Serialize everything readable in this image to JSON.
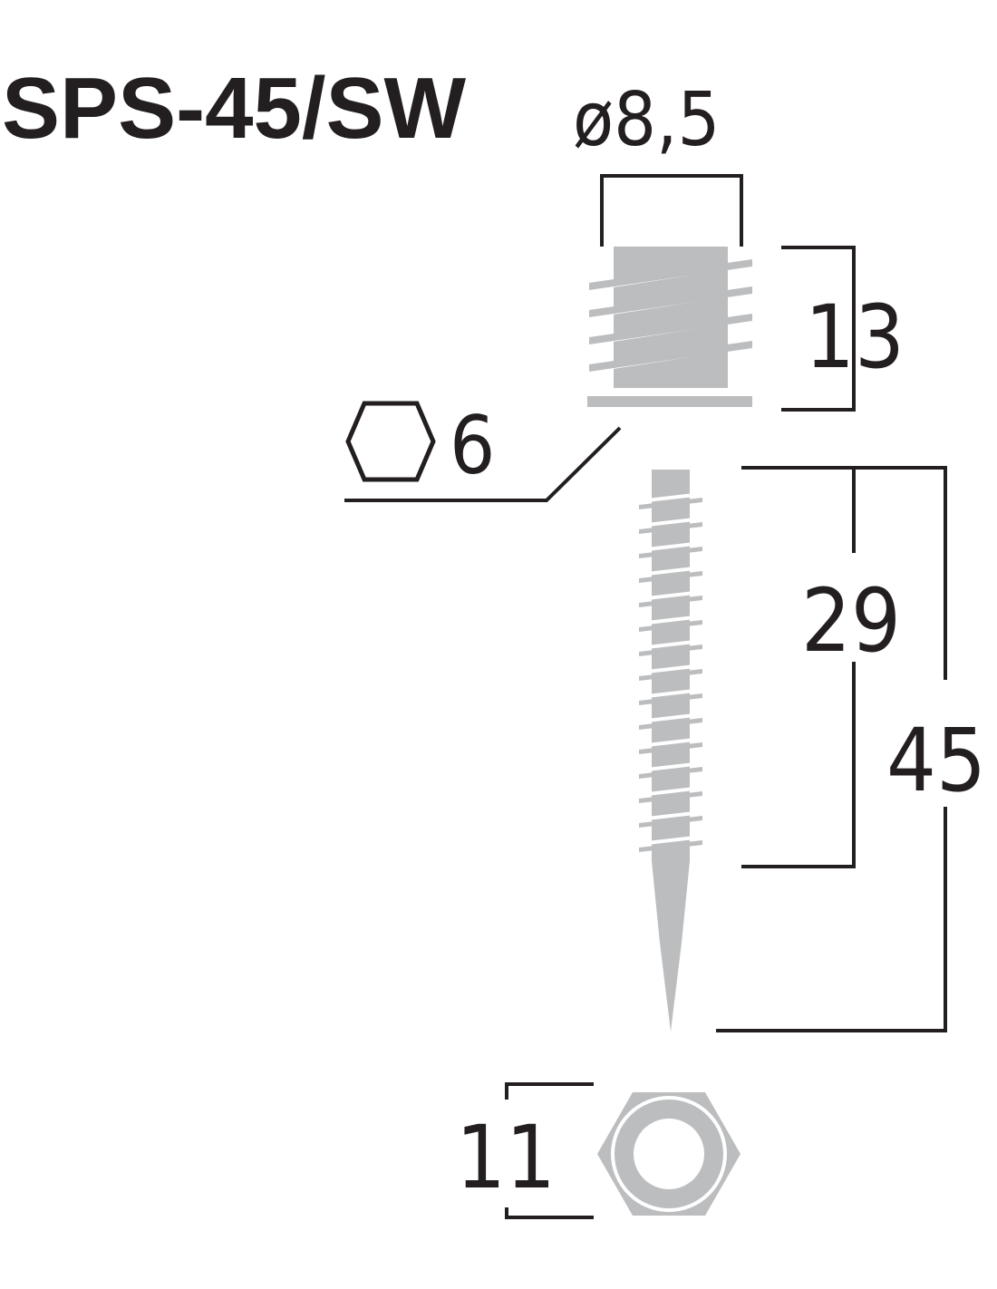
{
  "title": "SPS-45/SW",
  "dimensions": {
    "diameter": "ø8,5",
    "insert_height": "13",
    "hex_key": "6",
    "thread_length": "29",
    "total_length": "45",
    "nut_width": "11"
  },
  "colors": {
    "line": "#231f20",
    "part": "#bcbdbf"
  }
}
